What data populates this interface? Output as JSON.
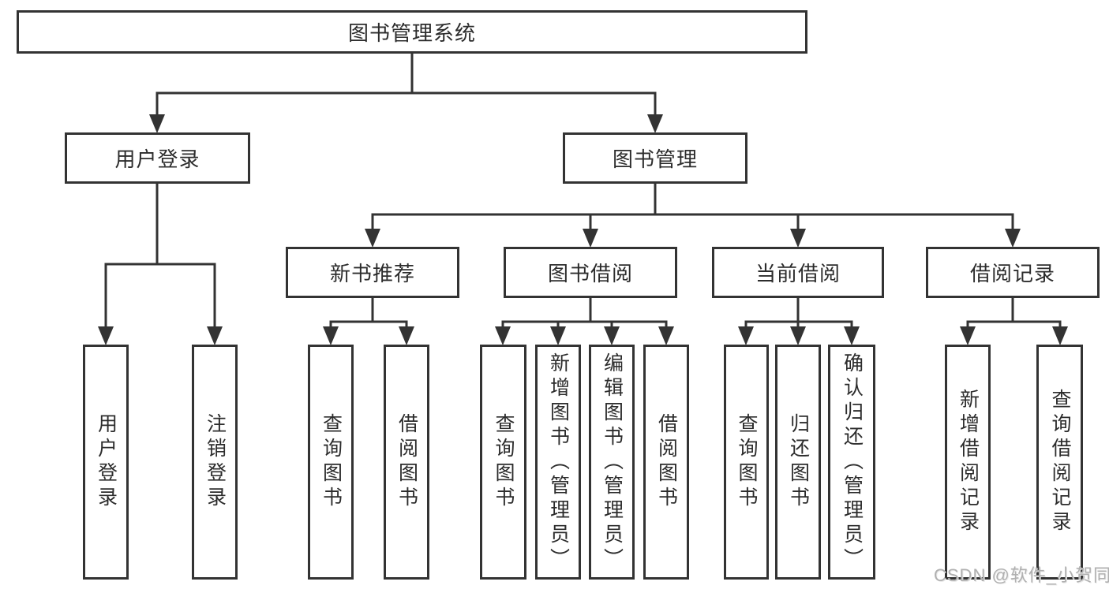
{
  "tree": {
    "root": {
      "label": "图书管理系统"
    },
    "branches": [
      {
        "label": "用户登录",
        "children": [
          {
            "label": "用户登录"
          },
          {
            "label": "注销登录"
          }
        ]
      },
      {
        "label": "图书管理",
        "children": [
          {
            "label": "新书推荐",
            "children": [
              {
                "label": "查询图书"
              },
              {
                "label": "借阅图书"
              }
            ]
          },
          {
            "label": "图书借阅",
            "children": [
              {
                "label": "查询图书"
              },
              {
                "label": "新增图书（管理员）"
              },
              {
                "label": "编辑图书（管理员）"
              },
              {
                "label": "借阅图书"
              }
            ]
          },
          {
            "label": "当前借阅",
            "children": [
              {
                "label": "查询图书"
              },
              {
                "label": "归还图书"
              },
              {
                "label": "确认归还（管理员）"
              }
            ]
          },
          {
            "label": "借阅记录",
            "children": [
              {
                "label": "新增借阅记录"
              },
              {
                "label": "查询借阅记录"
              }
            ]
          }
        ]
      }
    ]
  },
  "watermark": "CSDN @软件_小贺同学",
  "colors": {
    "line": "#333333",
    "text": "#2c2c2c",
    "watermark": "#b0b0b0",
    "background": "#ffffff"
  }
}
